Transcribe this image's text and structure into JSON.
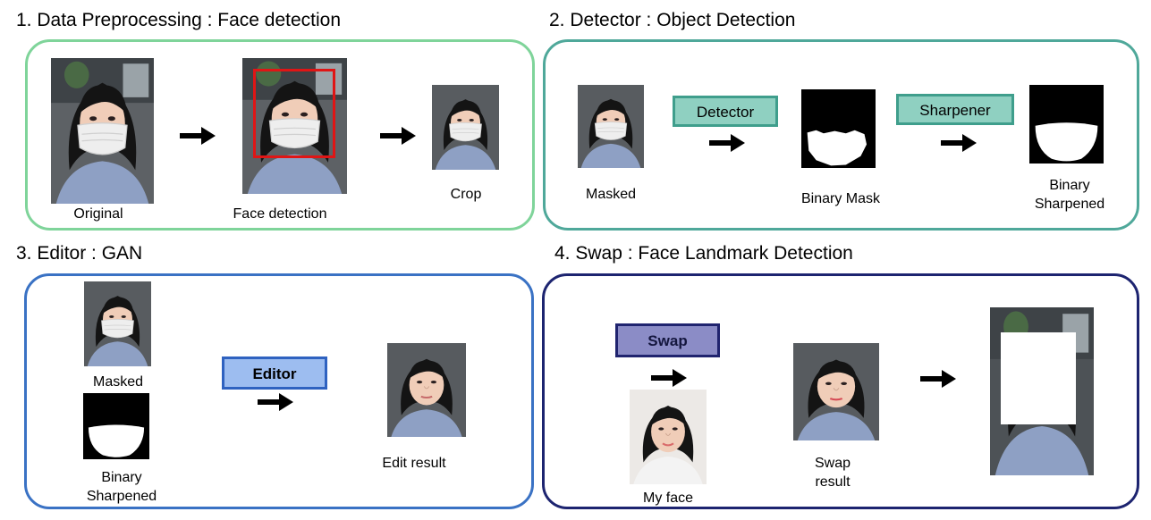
{
  "sections": {
    "s1": {
      "title": "1. Data Preprocessing : Face detection",
      "border": "#7fd49a"
    },
    "s2": {
      "title": "2. Detector : Object Detection",
      "border": "#4fa89a"
    },
    "s3": {
      "title": "3. Editor : GAN",
      "border": "#3a72c4"
    },
    "s4": {
      "title": "4. Swap : Face Landmark Detection",
      "border": "#1d2470"
    }
  },
  "labels": {
    "original": "Original",
    "face_detection": "Face detection",
    "crop": "Crop",
    "masked_s2": "Masked",
    "binary_mask": "Binary Mask",
    "binary_sharpened_s2": "Binary\nSharpened",
    "masked_s3": "Masked",
    "binary_sharpened_s3": "Binary\nSharpened",
    "edit_result": "Edit result",
    "my_face": "My face",
    "swap_result": "Swap\nresult"
  },
  "buttons": {
    "detector": "Detector",
    "sharpener": "Sharpener",
    "editor": "Editor",
    "swap": "Swap"
  },
  "colors": {
    "detector_fill": "#8fd0c1",
    "detector_border": "#3f9e8c",
    "sharpener_fill": "#8fd0c1",
    "sharpener_border": "#3f9e8c",
    "editor_fill": "#9dbdf0",
    "editor_border": "#2f62c0",
    "swap_fill": "#8b8cc6",
    "swap_border": "#20246f",
    "detection_box": "#e01515"
  },
  "icons": {
    "arrow": "right-arrow-icon"
  }
}
